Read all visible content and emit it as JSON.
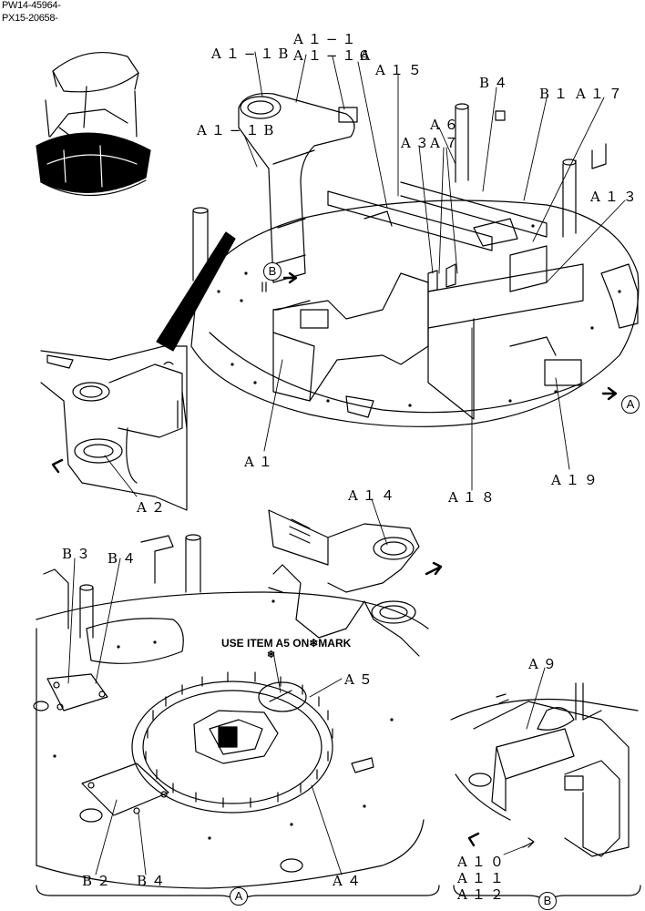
{
  "serials": [
    "PW14-45964-",
    "PX15-20658-"
  ],
  "labels": {
    "a1_1b_top": "A１−１B",
    "a1_1": "A１−１",
    "a1_1a": "A１−１A",
    "a1_6": "６",
    "a15": "A１５",
    "b4_top": "B４",
    "b1": "B１",
    "a17": "A１７",
    "a1_1b_left": "A１−１B",
    "a6": "A６",
    "a3": "A３",
    "a7": "A７",
    "a13": "A１３",
    "a1": "A１",
    "a2": "A２",
    "a18": "A１８",
    "a19": "A１９",
    "a14": "A１４",
    "b3": "B３",
    "b4_mid": "B４",
    "a5": "A５",
    "b2": "B２",
    "b4_bottom": "B４",
    "a4": "A４",
    "a9": "A９",
    "a10": "A１０",
    "a11": "A１１",
    "a12": "A１２"
  },
  "note": "USE ITEM A5 ON❄MARK",
  "note_mark": "❄",
  "view_markers": {
    "b_top": "B",
    "a_right": "A",
    "a_bottom": "A",
    "b_bottom": "B"
  }
}
